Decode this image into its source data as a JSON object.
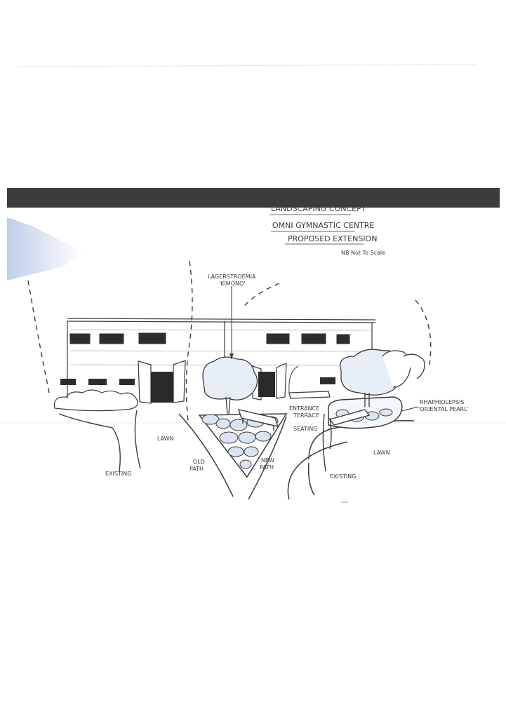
{
  "sketch": {
    "title_lines": [
      "LANDSCAPING CONCEPT",
      "OMNI GYMNASTIC CENTRE",
      "PROPOSED EXTENSION"
    ],
    "scale_note": "NB Not To Scale",
    "labels": {
      "lagerstroemia_1": "LAGERSTROEMIA",
      "lagerstroemia_2": "'KIMONO'",
      "entrance_1": "ENTRANCE",
      "entrance_2": "TERRACE",
      "seating": "SEATING",
      "rhaphiolepsis_1": "RHAPHIOLEPSIS",
      "rhaphiolepsis_2": "'ORIENTAL PEARL'",
      "lawn_left": "LAWN",
      "lawn_right": "LAWN",
      "old_path_1": "OLD",
      "old_path_2": "PATH",
      "new_path_1": "NEW",
      "new_path_2": "PATH",
      "existing_left": "EXISTING",
      "existing_right": "EXISTING"
    }
  },
  "colors": {
    "ink": "#3a3a3a",
    "scan_bar": "#3c3c3c",
    "blue_wash": "#b9c9e6"
  }
}
